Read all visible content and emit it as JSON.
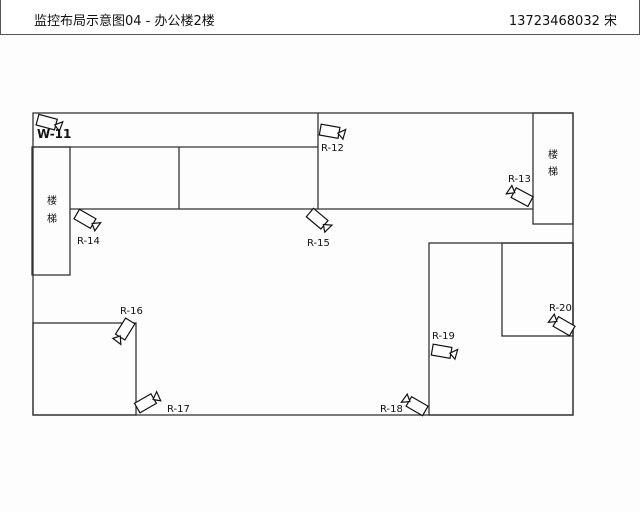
{
  "header": {
    "title": "监控布局示意图04 - 办公楼2楼",
    "contact": "13723468032 宋"
  },
  "stairs": [
    {
      "line1": "楼",
      "line2": "梯"
    },
    {
      "line1": "楼",
      "line2": "梯"
    }
  ],
  "cameras": [
    {
      "id": "W-11",
      "icon": "camera-icon"
    },
    {
      "id": "R-12",
      "icon": "camera-icon"
    },
    {
      "id": "R-13",
      "icon": "camera-icon"
    },
    {
      "id": "R-14",
      "icon": "camera-icon"
    },
    {
      "id": "R-15",
      "icon": "camera-icon"
    },
    {
      "id": "R-16",
      "icon": "camera-icon"
    },
    {
      "id": "R-17",
      "icon": "camera-icon"
    },
    {
      "id": "R-18",
      "icon": "camera-icon"
    },
    {
      "id": "R-19",
      "icon": "camera-icon"
    },
    {
      "id": "R-20",
      "icon": "camera-icon"
    }
  ]
}
